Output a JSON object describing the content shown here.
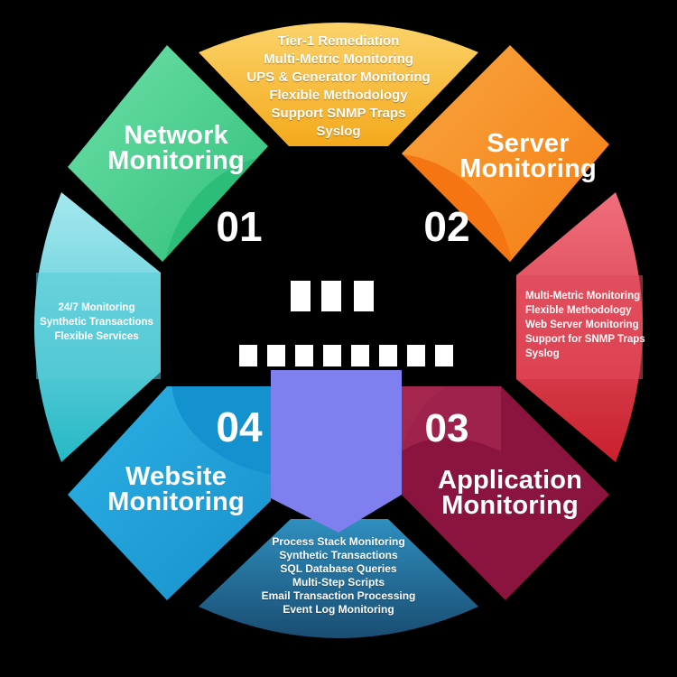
{
  "center": {
    "title_line1": "",
    "title_line2": ""
  },
  "sections": {
    "network": {
      "title_line1": "Network",
      "title_line2": "Monitoring",
      "number": "01",
      "color": "#3cc483"
    },
    "server": {
      "title_line1": "Server",
      "title_line2": "Monitoring",
      "number": "02",
      "color": "#f58a1f"
    },
    "application": {
      "title_line1": "Application",
      "title_line2": "Monitoring",
      "number": "03",
      "color": "#9b1b45"
    },
    "website": {
      "title_line1": "Website",
      "title_line2": "Monitoring",
      "number": "04",
      "color": "#1aa0d8"
    }
  },
  "lists": {
    "top": {
      "color": "#f8b62a",
      "items": [
        "Tier-1 Remediation",
        "Multi-Metric Monitoring",
        "UPS & Generator Monitoring",
        "Flexible Methodology",
        "Support SNMP Traps",
        "Syslog"
      ]
    },
    "right": {
      "color": "#e0505e",
      "items": [
        "Multi-Metric Monitoring",
        "Flexible Methodology",
        "Web Server Monitoring",
        "Support for SNMP Traps",
        "Syslog"
      ]
    },
    "bottom": {
      "color": "#1e6f9a",
      "items": [
        "Process Stack Monitoring",
        "Synthetic Transactions",
        "SQL Database Queries",
        "Multi-Step Scripts",
        "Email Transaction Processing",
        "Event Log Monitoring"
      ]
    },
    "left": {
      "color": "#4dc8d8",
      "items": [
        "24/7 Monitoring",
        "Synthetic Transactions",
        "Flexible Services"
      ]
    }
  }
}
